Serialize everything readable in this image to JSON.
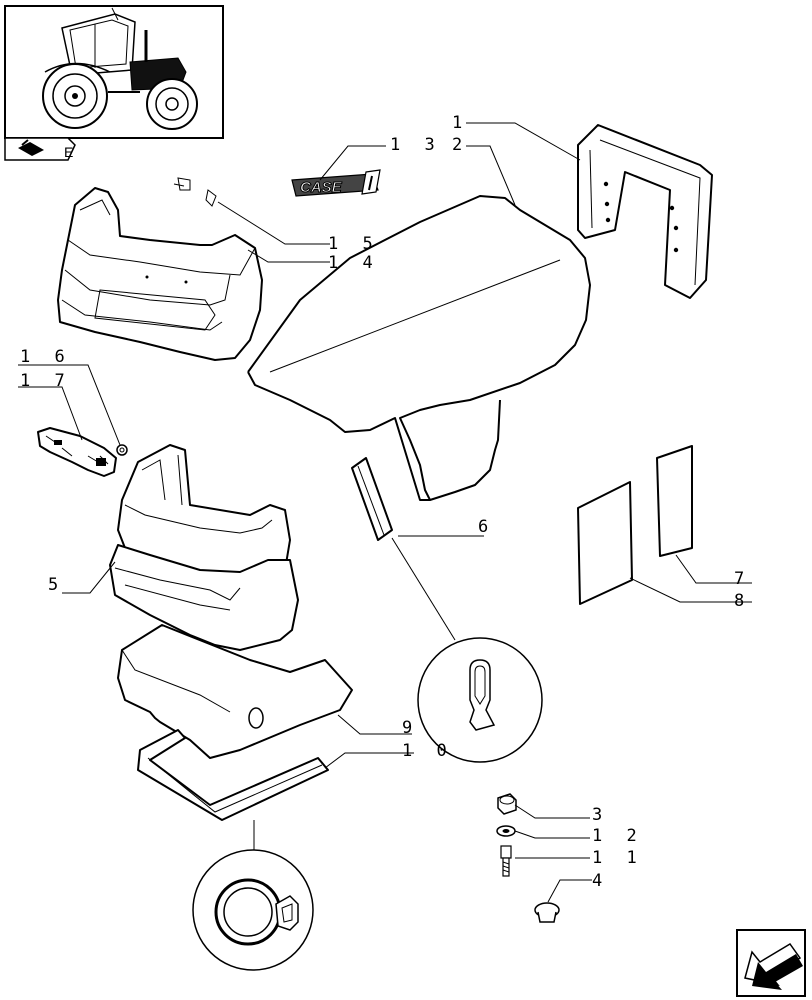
{
  "labels": [
    {
      "id": "l1",
      "text": "1"
    },
    {
      "id": "l2",
      "text": "2"
    },
    {
      "id": "l13",
      "text": "1 3"
    },
    {
      "id": "l15",
      "text": "1 5"
    },
    {
      "id": "l14",
      "text": "1 4"
    },
    {
      "id": "l16",
      "text": "1 6"
    },
    {
      "id": "l17",
      "text": "1 7"
    },
    {
      "id": "l6",
      "text": "6"
    },
    {
      "id": "l5",
      "text": "5"
    },
    {
      "id": "l7",
      "text": "7"
    },
    {
      "id": "l8",
      "text": "8"
    },
    {
      "id": "l9",
      "text": "9"
    },
    {
      "id": "l10",
      "text": "1 0"
    },
    {
      "id": "l3",
      "text": "3"
    },
    {
      "id": "l12",
      "text": "1 2"
    },
    {
      "id": "l11",
      "text": "1 1"
    },
    {
      "id": "l4",
      "text": "4"
    }
  ],
  "logo": {
    "text": "CASE"
  },
  "thumbnail": {
    "tag": "E"
  },
  "icons": {
    "book_icon": "book-icon",
    "nav_arrow": "arrow-left-down-icon"
  }
}
